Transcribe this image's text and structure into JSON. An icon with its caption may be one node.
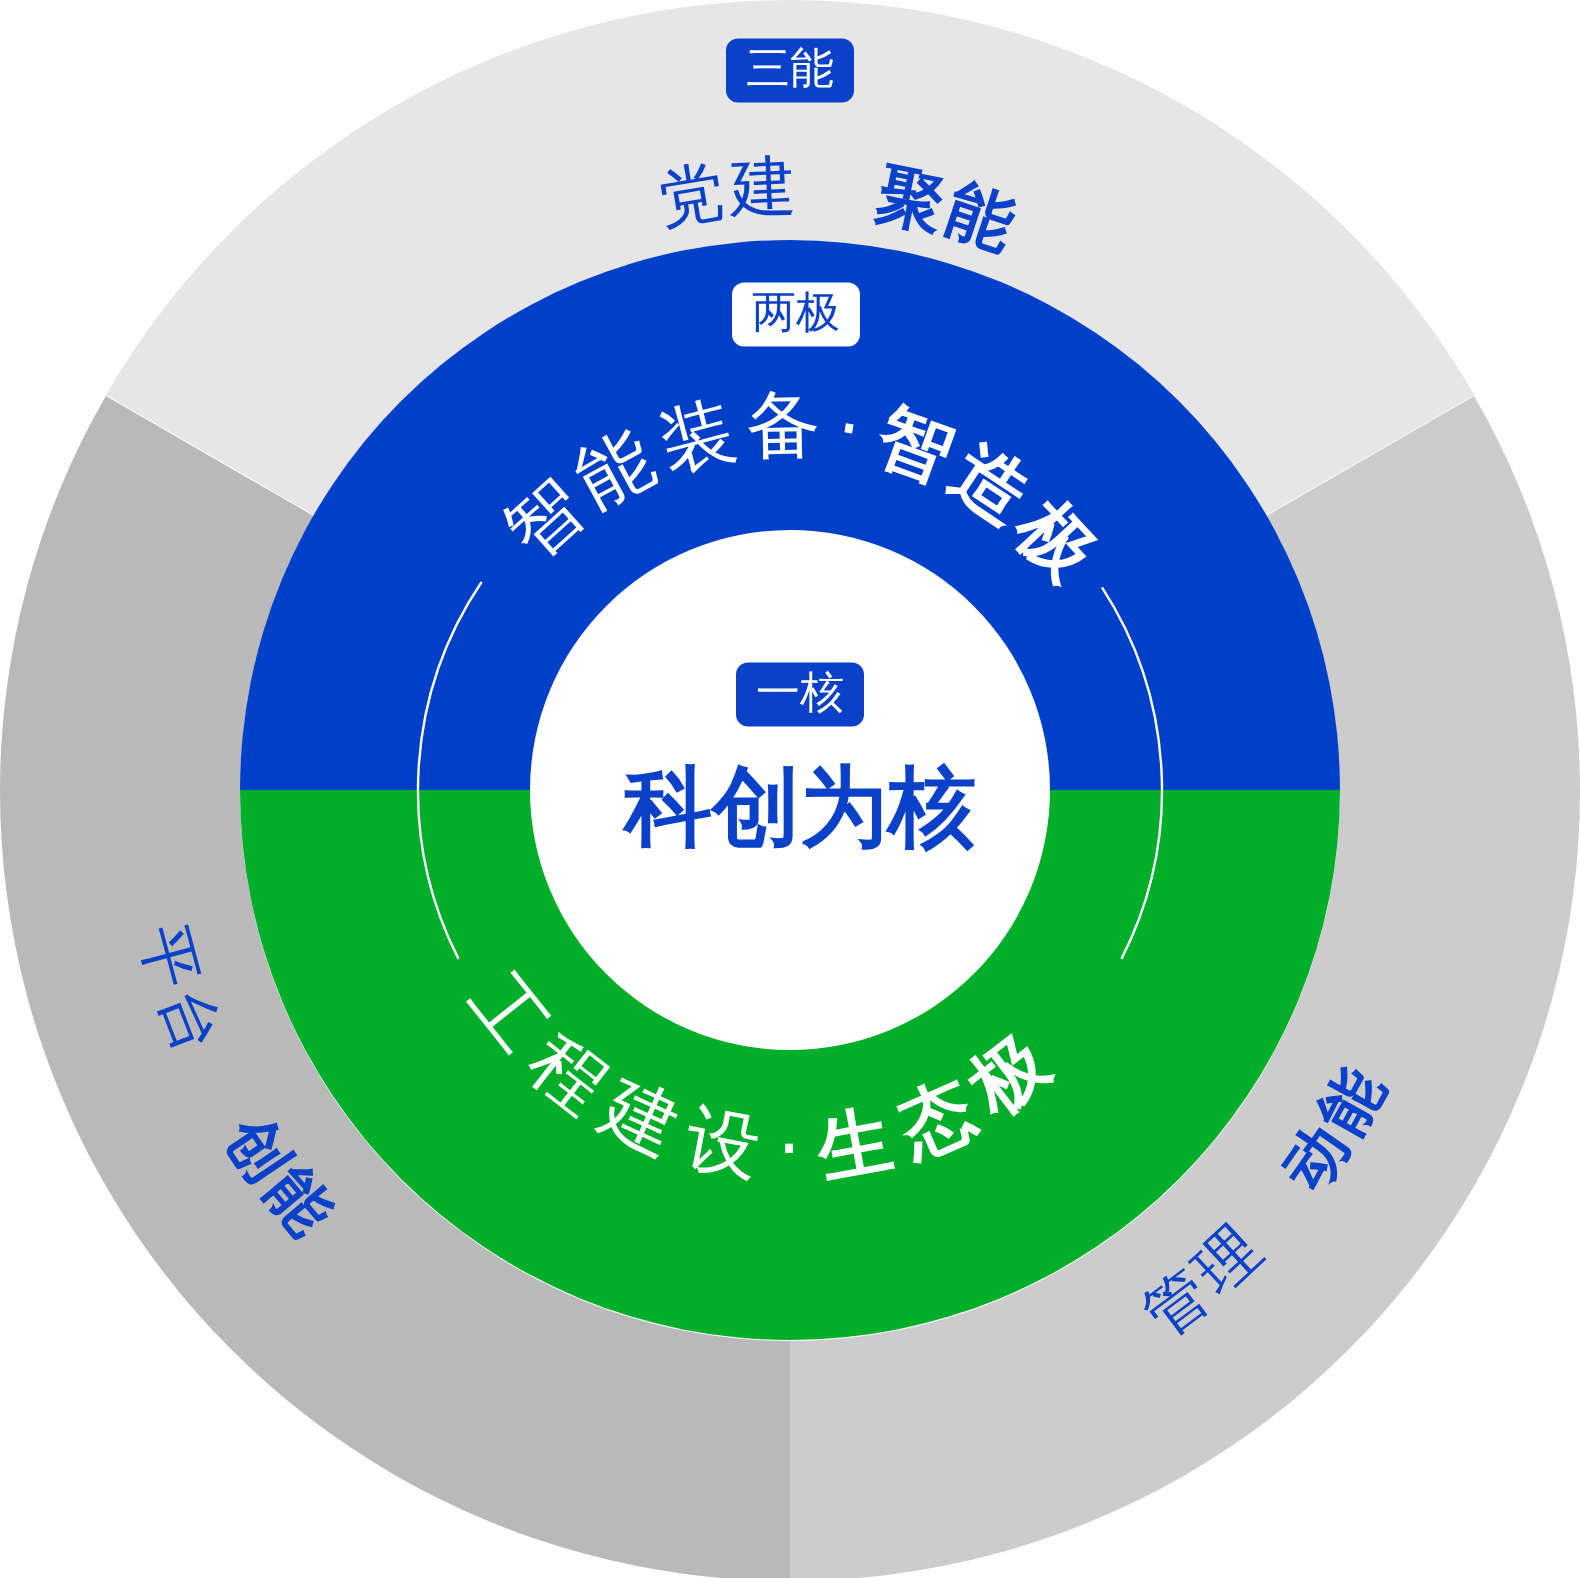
{
  "diagram": {
    "nodes": [
      {
        "text": [
          "三能",
          "党建",
          "聚能"
        ]
      },
      {
        "text": [
          "平台",
          "创能"
        ]
      },
      {
        "text": [
          "管理",
          "动能"
        ]
      },
      {
        "text": [
          "两极",
          "智能装备·**智造极**"
        ]
      },
      {
        "text": [
          "工程建设·**生态极**"
        ]
      },
      {
        "text": [
          "一核",
          "科创为核"
        ]
      }
    ]
  }
}
